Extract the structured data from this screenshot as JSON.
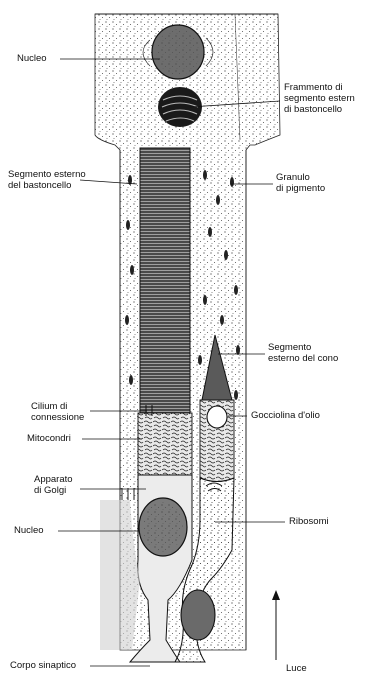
{
  "labels": {
    "nucleo_top": "Nucleo",
    "frammento": "Frammento di\nsegmento estern\ndi bastoncello",
    "segmento_bastoncello": "Segmento esterno\ndel bastoncello",
    "granulo": "Granulo\ndi pigmento",
    "segmento_cono": "Segmento\nesterno del cono",
    "cilium": "Cilium di\nconnessione",
    "gocciolina": "Gocciolina d'olio",
    "mitocondri": "Mitocondri",
    "apparato": "Apparato\ndi Golgi",
    "nucleo_bottom": "Nucleo",
    "ribosomi": "Ribosomi",
    "corpo": "Corpo sinaptico",
    "luce": "Luce"
  }
}
